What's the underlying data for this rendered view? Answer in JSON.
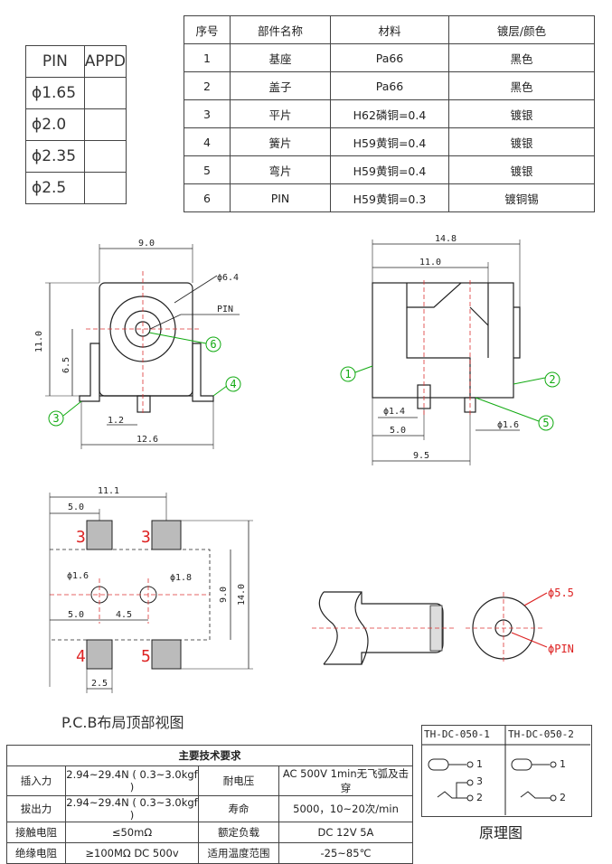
{
  "pin_table": {
    "header": [
      "PIN",
      "APPD"
    ],
    "rows": [
      [
        "ϕ1.65",
        ""
      ],
      [
        "ϕ2.0",
        ""
      ],
      [
        "ϕ2.35",
        ""
      ],
      [
        "ϕ2.5",
        ""
      ]
    ]
  },
  "materials_table": {
    "header": [
      "序号",
      "部件名称",
      "材料",
      "镀层/颜色"
    ],
    "rows": [
      [
        "1",
        "基座",
        "Pa66",
        "黑色"
      ],
      [
        "2",
        "盖子",
        "Pa66",
        "黑色"
      ],
      [
        "3",
        "平片",
        "H62磷铜=0.4",
        "镀银"
      ],
      [
        "4",
        "簧片",
        "H59黄铜=0.4",
        "镀银"
      ],
      [
        "5",
        "弯片",
        "H59黄铜=0.4",
        "镀银"
      ],
      [
        "6",
        "PIN",
        "H59黄铜=0.3",
        "镀铜锡"
      ]
    ]
  },
  "front_view": {
    "dim_width": "9.0",
    "dim_height": "11.0",
    "dim_center": "6.5",
    "dim_pin": "1.2",
    "dim_span": "12.6",
    "dim_diameter": "ϕ6.4",
    "label_pin": "PIN",
    "callouts": [
      "3",
      "4",
      "6"
    ]
  },
  "side_view": {
    "dim_total": "14.8",
    "dim_body": "11.0",
    "dim_hole1": "ϕ1.4",
    "dim_hole2": "ϕ1.6",
    "dim_a": "5.0",
    "dim_b": "9.5",
    "callouts": [
      "1",
      "2",
      "5"
    ]
  },
  "pcb_view": {
    "dim_top": "11.1",
    "dim_left": "5.0",
    "dim_h1": "9.0",
    "dim_h2": "14.0",
    "dim_hole1": "ϕ1.6",
    "dim_hole2": "ϕ1.8",
    "dim_x1": "5.0",
    "dim_x2": "4.5",
    "dim_pad": "2.5",
    "pad_labels": [
      "3",
      "3",
      "4",
      "5"
    ],
    "caption": "P.C.B布局顶部视图"
  },
  "plug_view": {
    "dim_outer": "ϕ5.5",
    "dim_pin": "ϕPIN"
  },
  "spec_table": {
    "title": "主要技术要求",
    "rows": [
      [
        "插入力",
        "2.94~29.4N ( 0.3~3.0kgf )",
        "耐电压",
        "AC 500V 1min无飞弧及击穿"
      ],
      [
        "拔出力",
        "2.94~29.4N ( 0.3~3.0kgf )",
        "寿命",
        "5000，10~20次/min"
      ],
      [
        "接触电阻",
        "≤50mΩ",
        "额定负载",
        "DC 12V 5A"
      ],
      [
        "绝缘电阻",
        "≥100MΩ DC 500v",
        "适用温度范围",
        "-25~85℃"
      ]
    ]
  },
  "schematic": {
    "model1": "TH-DC-050-1",
    "model2": "TH-DC-050-2",
    "pins1": [
      "1",
      "3",
      "2"
    ],
    "pins2": [
      "1",
      "2"
    ],
    "caption": "原理图"
  }
}
